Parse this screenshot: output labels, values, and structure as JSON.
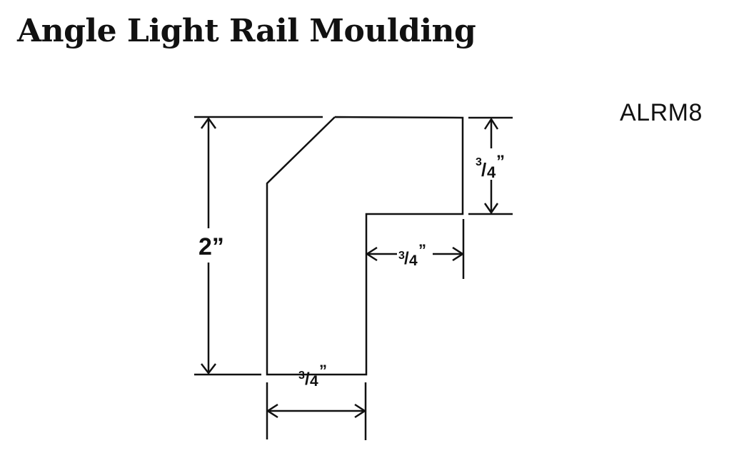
{
  "title": "Angle Light Rail Moulding",
  "product_code": "ALRM8",
  "dimensions": {
    "overall_height": "2”",
    "top_flange_height": {
      "numerator": "3",
      "denominator": "4",
      "unit": "”"
    },
    "flange_depth": {
      "numerator": "3",
      "denominator": "4",
      "unit": "”"
    },
    "base_width": {
      "numerator": "3",
      "denominator": "4",
      "unit": "”"
    }
  },
  "colors": {
    "line": "#111111",
    "background": "#ffffff"
  }
}
